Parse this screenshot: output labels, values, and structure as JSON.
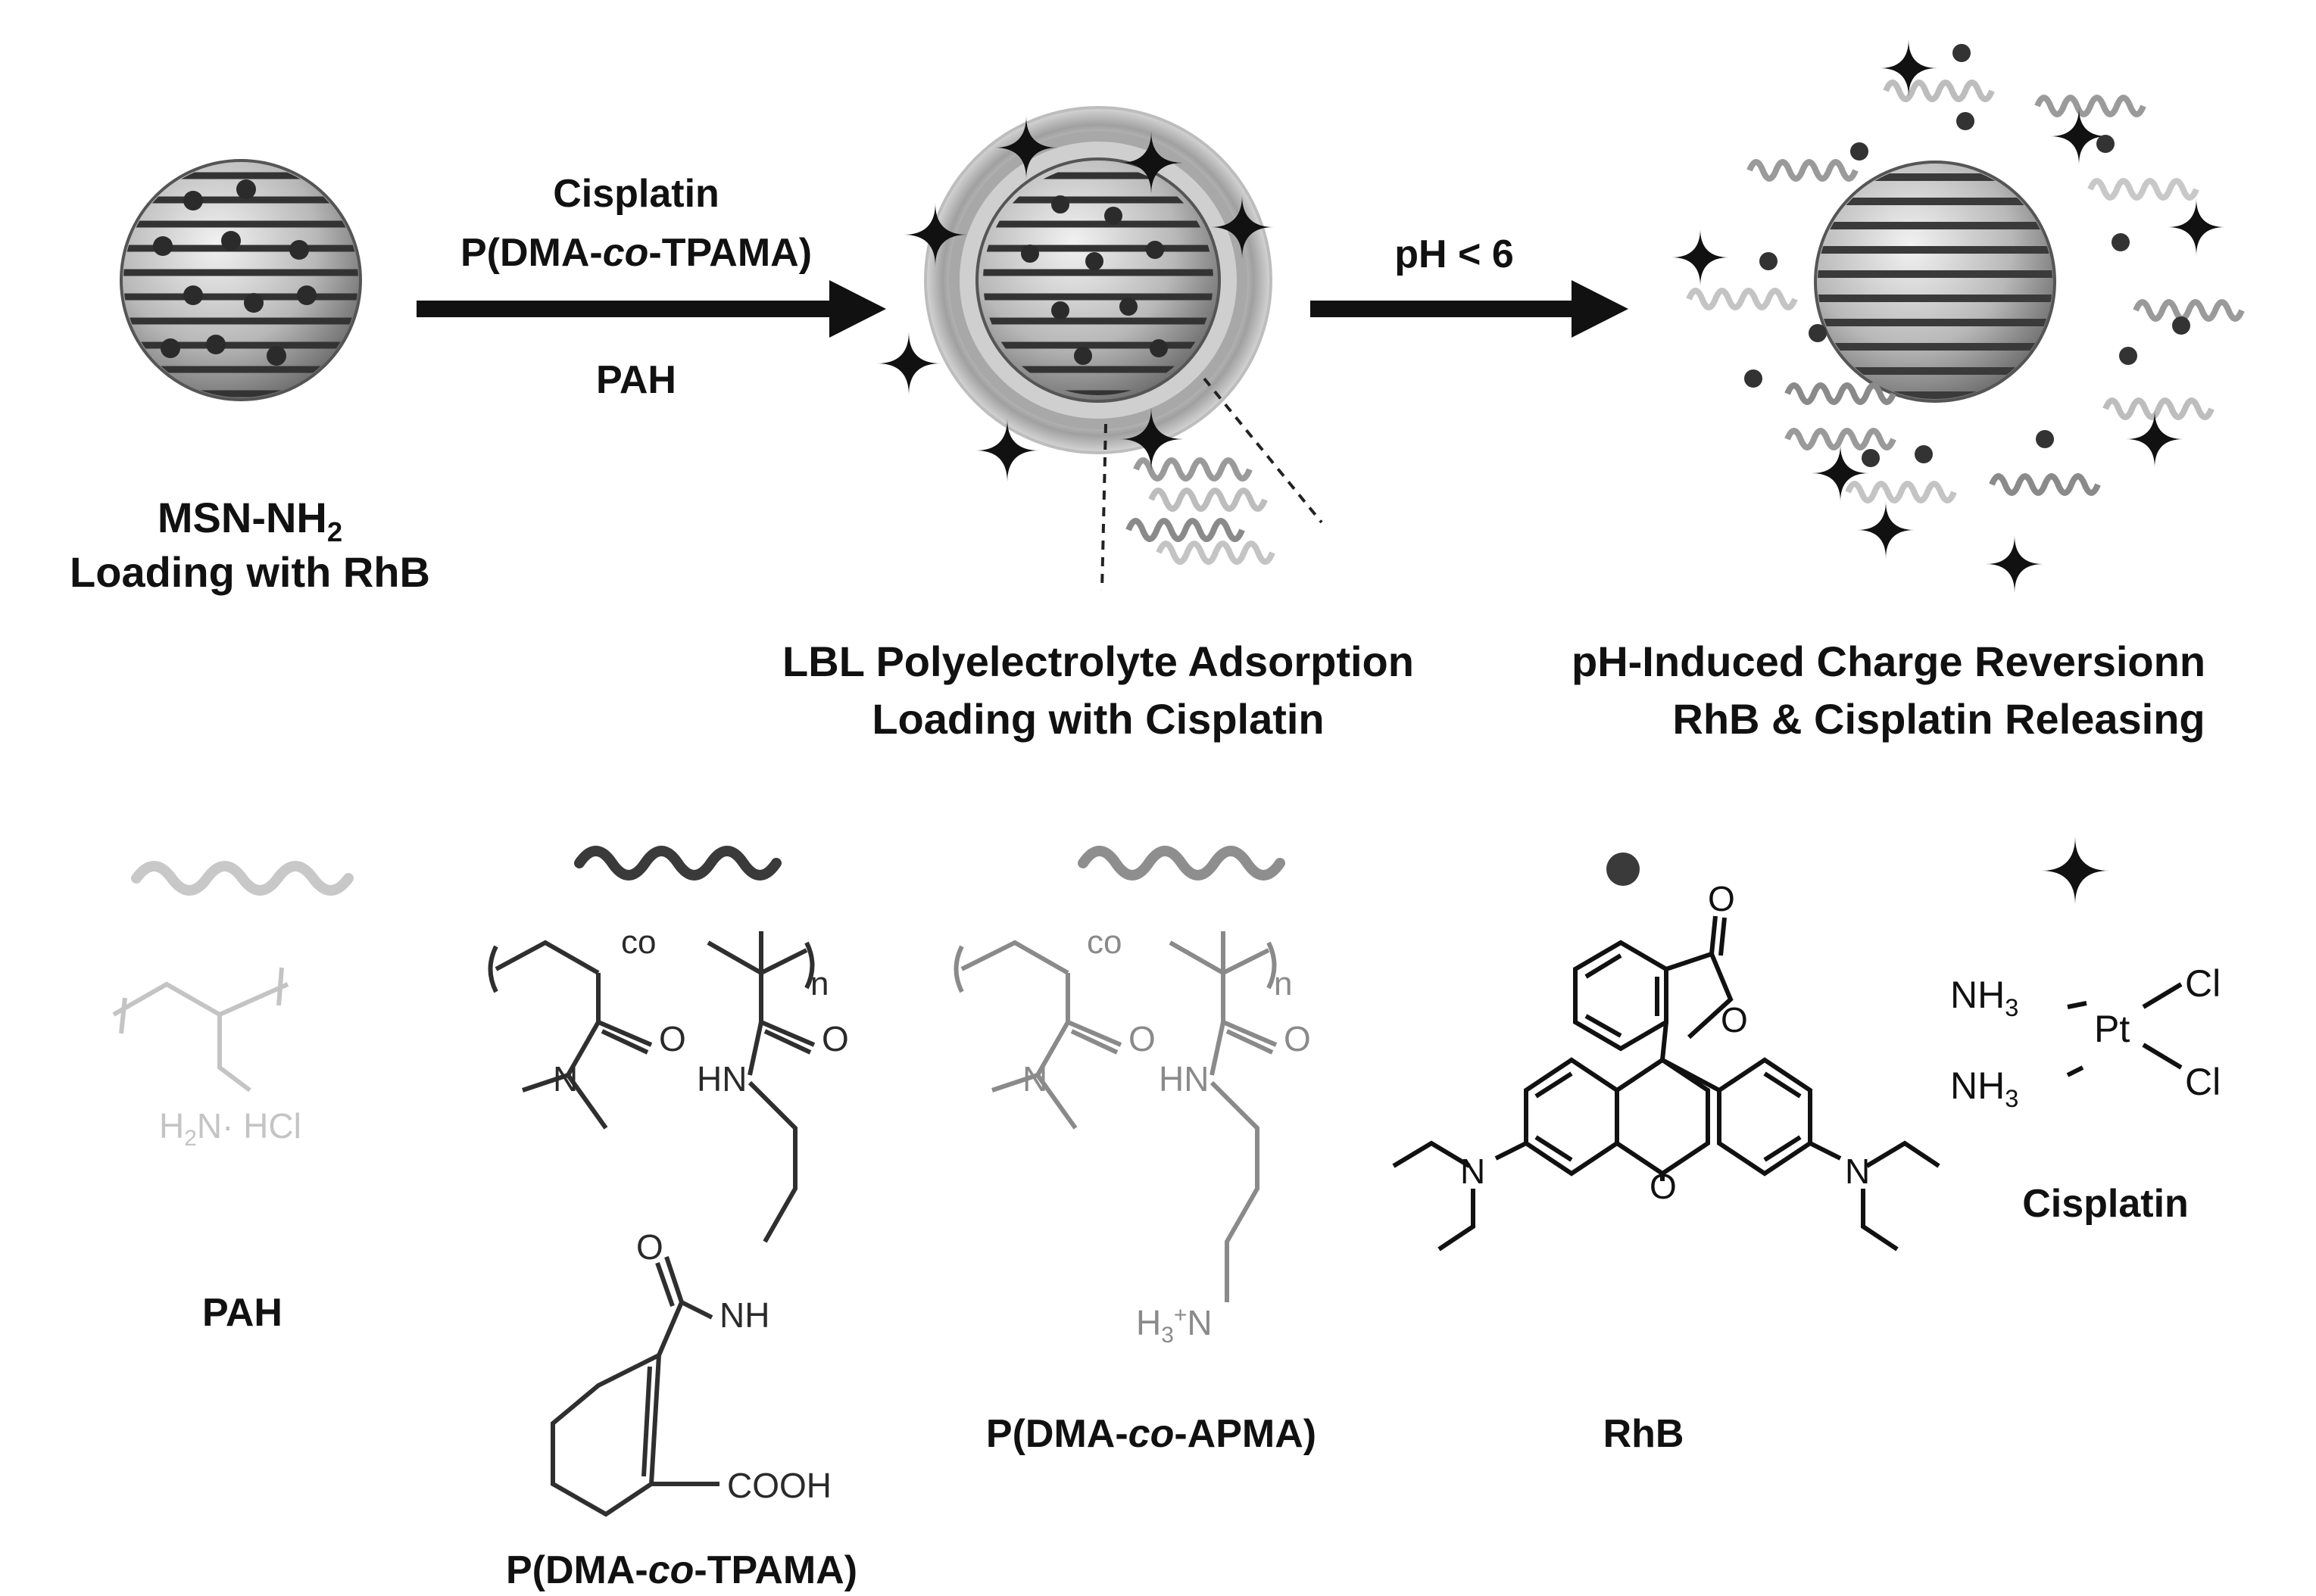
{
  "labels": {
    "msn_line1": "MSN-NH",
    "msn_sub": "2",
    "msn_line2": "Loading with RhB",
    "arrow1_top1": "Cisplatin",
    "arrow1_top2_a": "P(DMA-",
    "arrow1_top2_it": "co",
    "arrow1_top2_b": "-TPAMA)",
    "arrow1_bottom": "PAH",
    "arrow2_top": "pH < 6",
    "lbl_line1": "LBL Polyelectrolyte Adsorption",
    "lbl_line2": "Loading with Cisplatin",
    "rev_line1": "pH-Induced Charge Reversionn",
    "rev_line2": "RhB & Cisplatin Releasing"
  },
  "legend": {
    "pah_name": "PAH",
    "tpama_name_a": "P(DMA-",
    "tpama_name_it": "co",
    "tpama_name_b": "-TPAMA)",
    "apma_name_a": "P(DMA-",
    "apma_name_it": "co",
    "apma_name_b": "-APMA)",
    "rhb_name": "RhB",
    "cis_name": "Cisplatin"
  },
  "atoms": {
    "pah_h2n": "H",
    "pah_h2n_sub": "2",
    "pah_n": "N· HCl",
    "co": "co",
    "n": "n",
    "o": "O",
    "n_atom": "N",
    "hn": "HN",
    "nh": "NH",
    "cooh": "COOH",
    "h3n": "H",
    "h3n_sub": "3",
    "h3n_sup": "+",
    "nh3": "NH",
    "nh3_sub": "3",
    "pt": "Pt",
    "cl": "Cl"
  },
  "colors": {
    "pah_chain": "#c8c8c8",
    "tpama_chain": "#3a3a3a",
    "apma_chain": "#8e8e8e",
    "rhb_dot": "#3a3a3a",
    "cisplatin_star": "#111111"
  }
}
